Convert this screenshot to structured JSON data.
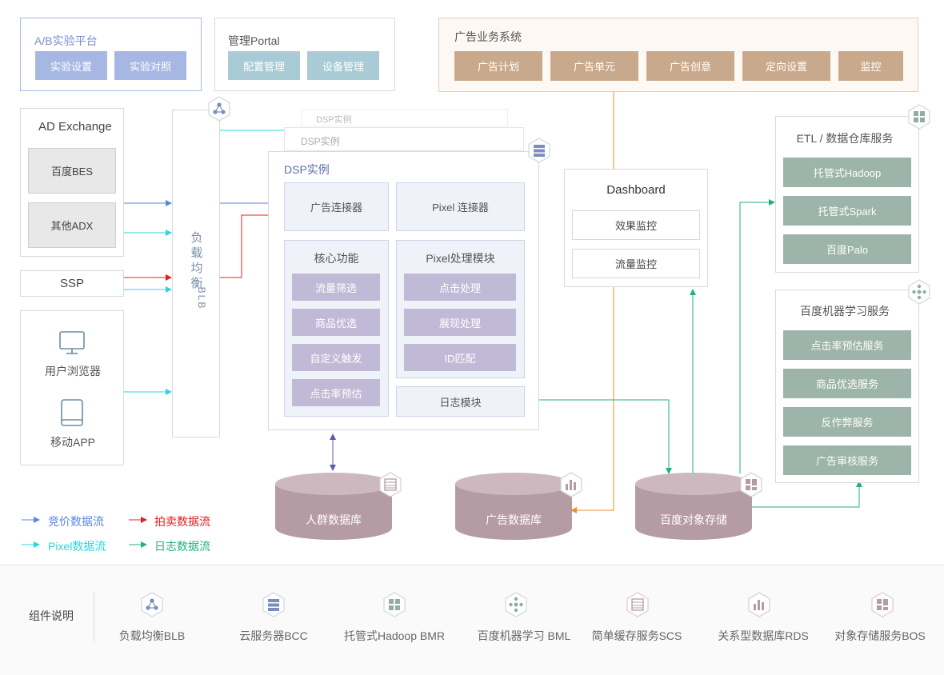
{
  "ab_platform": {
    "title": "A/B实验平台",
    "buttons": [
      "实验设置",
      "实验对照"
    ]
  },
  "portal": {
    "title": "管理Portal",
    "buttons": [
      "配置管理",
      "设备管理"
    ]
  },
  "biz": {
    "title": "广告业务系统",
    "buttons": [
      "广告计划",
      "广告单元",
      "广告创意",
      "定向设置",
      "监控"
    ]
  },
  "ad_exchange": {
    "title": "AD Exchange",
    "items": [
      "百度BES",
      "其他ADX"
    ]
  },
  "ssp": {
    "label": "SSP"
  },
  "clients": {
    "browser": "用户浏览器",
    "app": "移动APP"
  },
  "blb": {
    "label": "负载均衡",
    "sub": "BLB"
  },
  "dsp": {
    "ghost1": "DSP实例",
    "ghost2": "DSP实例",
    "title": "DSP实例",
    "ad_connector": "广告连接器",
    "pixel_connector": "Pixel 连接器",
    "core": {
      "title": "核心功能",
      "items": [
        "流量筛选",
        "商品优选",
        "自定义触发",
        "点击率预估"
      ]
    },
    "pixel": {
      "title": "Pixel处理模块",
      "items": [
        "点击处理",
        "展现处理",
        "ID匹配"
      ]
    },
    "log": "日志模块"
  },
  "dashboard": {
    "title": "Dashboard",
    "items": [
      "效果监控",
      "流量监控"
    ]
  },
  "etl": {
    "title": "ETL / 数据仓库服务",
    "items": [
      "托管式Hadoop",
      "托管式Spark",
      "百度Palo"
    ]
  },
  "ml": {
    "title": "百度机器学习服务",
    "items": [
      "点击率预估服务",
      "商品优选服务",
      "反作弊服务",
      "广告审核服务"
    ]
  },
  "databases": [
    "人群数据库",
    "广告数据库",
    "百度对象存储"
  ],
  "legend": [
    {
      "label": "竞价数据流",
      "color": "#5b86e5"
    },
    {
      "label": "拍卖数据流",
      "color": "#e02020"
    },
    {
      "label": "Pixel数据流",
      "color": "#2ed3e0"
    },
    {
      "label": "日志数据流",
      "color": "#26b07a"
    }
  ],
  "components": {
    "title": "组件说明",
    "items": [
      {
        "label": "负载均衡BLB",
        "icon": "share-node-icon"
      },
      {
        "label": "云服务器BCC",
        "icon": "server-icon"
      },
      {
        "label": "托管式Hadoop BMR",
        "icon": "grid-icon"
      },
      {
        "label": "百度机器学习 BML",
        "icon": "network-icon"
      },
      {
        "label": "简单缓存服务SCS",
        "icon": "cache-icon"
      },
      {
        "label": "关系型数据库RDS",
        "icon": "bar-chart-icon"
      },
      {
        "label": "对象存储服务BOS",
        "icon": "object-storage-icon"
      }
    ]
  }
}
